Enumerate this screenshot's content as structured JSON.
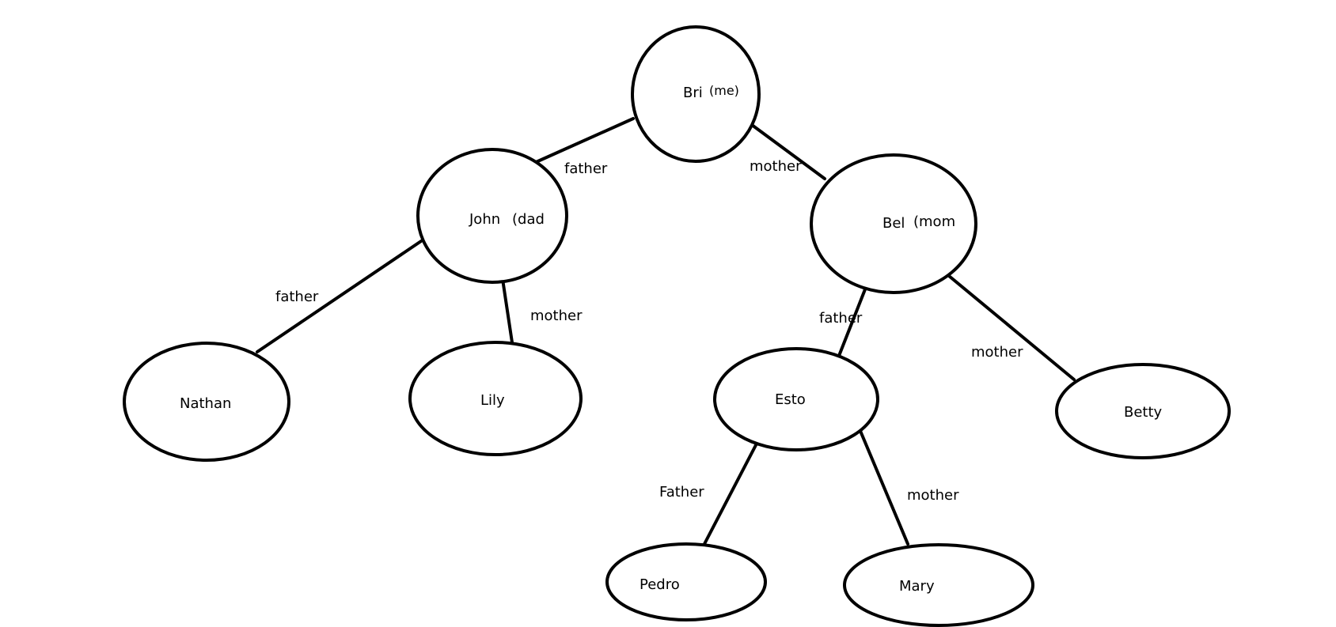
{
  "nodes": {
    "bri": {
      "name": "Bri",
      "note": "(me)"
    },
    "john": {
      "name": "John",
      "note": "(dad"
    },
    "bel": {
      "name": "Bel",
      "note": "(mom"
    },
    "nathan": {
      "name": "Nathan"
    },
    "lily": {
      "name": "Lily"
    },
    "esto": {
      "name": "Esto"
    },
    "betty": {
      "name": "Betty"
    },
    "pedro": {
      "name": "Pedro"
    },
    "mary": {
      "name": "Mary"
    }
  },
  "edges": {
    "bri_john": "father",
    "bri_bel": "mother",
    "john_nathan": "father",
    "john_lily": "mother",
    "bel_esto": "father",
    "bel_betty": "mother",
    "esto_pedro": "Father",
    "esto_mary": "mother"
  },
  "colors": {
    "stroke": "#000000",
    "background": "#ffffff"
  }
}
